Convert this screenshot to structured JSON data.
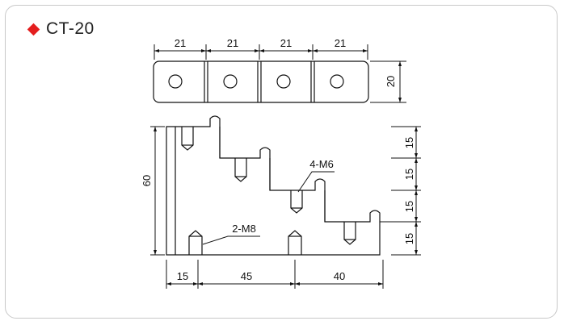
{
  "title": "CT-20",
  "icons": {
    "bullet": "red-diamond-icon"
  },
  "colors": {
    "accent": "#e41e1e",
    "line": "#111111",
    "border": "#c8c8c8"
  },
  "top_view": {
    "width_dims": [
      "21",
      "21",
      "21",
      "21"
    ],
    "height_dim": "20"
  },
  "side_view": {
    "height_dim": "60",
    "step_dims": [
      "15",
      "15",
      "15",
      "15"
    ],
    "bottom_dims": [
      "15",
      "45",
      "40"
    ],
    "callouts": {
      "m6": "4-M6",
      "m8": "2-M8"
    }
  }
}
